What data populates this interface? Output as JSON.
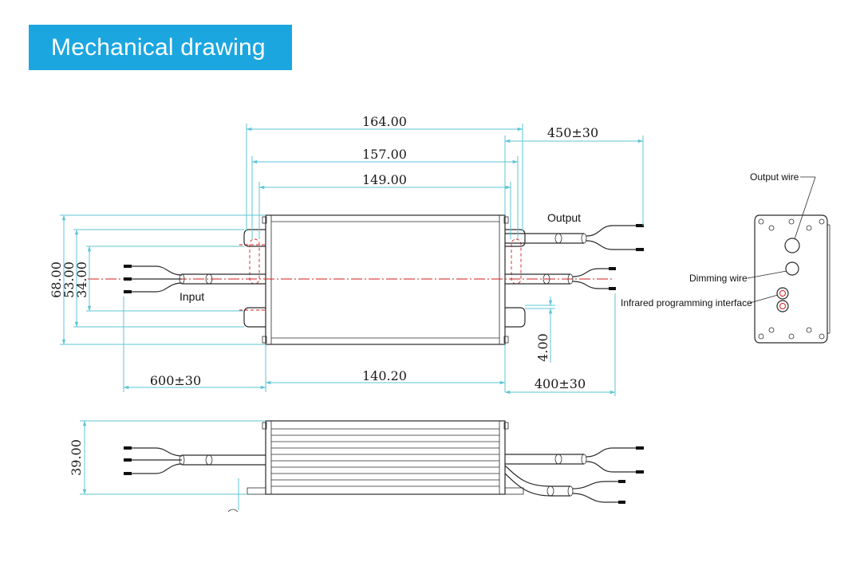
{
  "header": {
    "title": "Mechanical drawing",
    "banner_color": "#1ba6e0"
  },
  "dimensions": {
    "length_outer": "164.00",
    "length_mid": "157.00",
    "length_inner": "149.00",
    "output_cable_length": "450±30",
    "width_outer": "68.00",
    "width_mid": "53.00",
    "width_inner": "34.00",
    "input_cable_length": "600±30",
    "body_length": "140.20",
    "output_cable_length_lower": "400±30",
    "flange_thickness": "4.00",
    "height": "39.00"
  },
  "labels": {
    "output": "Output",
    "input": "Input",
    "output_wire": "Output wire",
    "dimming_wire": "Dimming wire",
    "infrared_interface": "Infrared programming interface"
  },
  "colors": {
    "dimension_line": "#5cc6d6",
    "outline": "#2a2a2a",
    "centerline": "#d21e1e"
  }
}
